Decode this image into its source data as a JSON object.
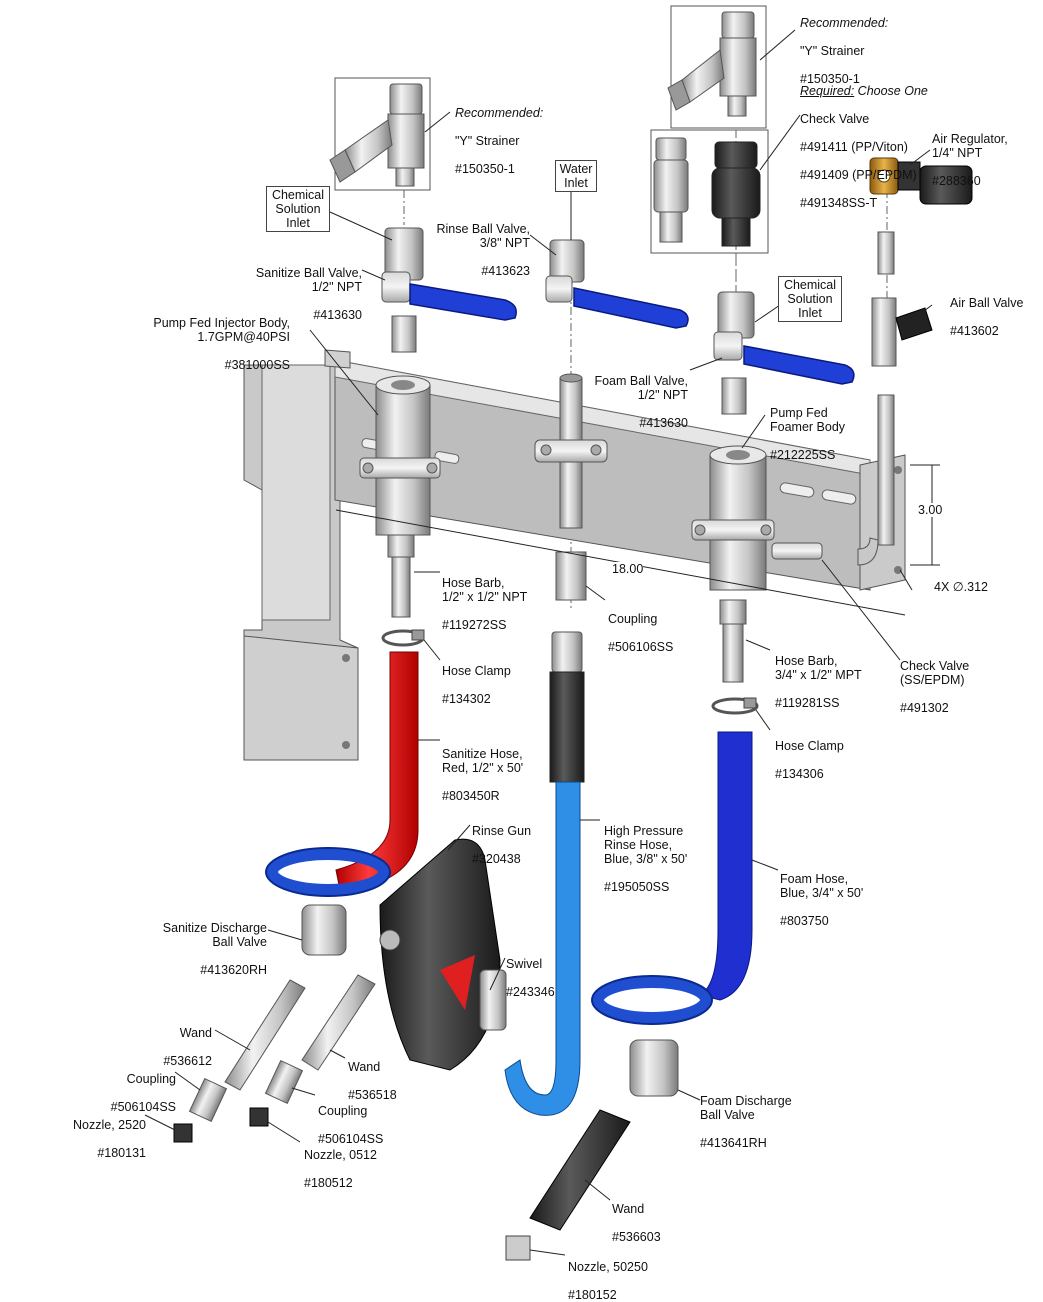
{
  "colors": {
    "sanitize_hose": "#e41a1a",
    "rinse_hose": "#2f8fe6",
    "foam_hose": "#1f2fd0",
    "handle_blue": "#1f3fd6",
    "steel": "#c8c8c8",
    "dark_part": "#333333"
  },
  "icons": [
    "y-strainer-icon",
    "ball-valve-icon",
    "check-valve-icon",
    "air-regulator-icon",
    "hose-clamp-icon",
    "rinse-gun-icon",
    "nozzle-icon"
  ],
  "labels": {
    "strainer_left": {
      "note": "Recommended:",
      "name": "\"Y\" Strainer",
      "part": "#150350-1"
    },
    "strainer_right": {
      "note": "Recommended:",
      "name": "\"Y\" Strainer",
      "part": "#150350-1"
    },
    "check_valve_choose": {
      "note": "Required:",
      "note_rest": " Choose One",
      "name": "Check Valve",
      "options": [
        "#491411 (PP/Viton)",
        "#491409 (PP/EPDM)",
        "#491348SS-T"
      ]
    },
    "air_regulator": {
      "name": "Air Regulator,\n1/4\" NPT",
      "part": "#288360"
    },
    "chemical_inlet_left": "Chemical\nSolution\nInlet",
    "chemical_inlet_right": "Chemical\nSolution\nInlet",
    "water_inlet": "Water\nInlet",
    "rinse_ball_valve": {
      "name": "Rinse Ball Valve,\n3/8\" NPT",
      "part": "#413623"
    },
    "sanitize_ball_valve": {
      "name": "Sanitize Ball Valve,\n1/2\" NPT",
      "part": "#413630"
    },
    "air_ball_valve": {
      "name": "Air Ball Valve",
      "part": "#413602"
    },
    "pump_fed_injector": {
      "name": "Pump Fed Injector Body,\n1.7GPM@40PSI",
      "part": "#381000SS"
    },
    "foam_ball_valve": {
      "name": "Foam Ball Valve,\n1/2\" NPT",
      "part": "#413630"
    },
    "pump_fed_foamer": {
      "name": "Pump Fed\nFoamer Body",
      "part": "#212225SS"
    },
    "dim_height": "3.00",
    "dim_width": "18.00",
    "dim_holes": "4X ∅.312",
    "hose_barb_left": {
      "name": "Hose Barb,\n1/2\" x 1/2\" NPT",
      "part": "#119272SS"
    },
    "coupling_center": {
      "name": "Coupling",
      "part": "#506106SS"
    },
    "hose_barb_right": {
      "name": "Hose Barb,\n3/4\" x 1/2\" MPT",
      "part": "#119281SS"
    },
    "check_valve_ss": {
      "name": "Check Valve\n(SS/EPDM)",
      "part": "#491302"
    },
    "hose_clamp_left": {
      "name": "Hose Clamp",
      "part": "#134302"
    },
    "hose_clamp_right": {
      "name": "Hose Clamp",
      "part": "#134306"
    },
    "sanitize_hose": {
      "name": "Sanitize Hose,\nRed, 1/2\" x 50'",
      "part": "#803450R"
    },
    "rinse_gun": {
      "name": "Rinse Gun",
      "part": "#320438"
    },
    "hp_rinse_hose": {
      "name": "High Pressure\nRinse Hose,\nBlue, 3/8\" x 50'",
      "part": "#195050SS"
    },
    "foam_hose": {
      "name": "Foam Hose,\nBlue, 3/4\" x 50'",
      "part": "#803750"
    },
    "sanitize_discharge": {
      "name": "Sanitize Discharge\nBall Valve",
      "part": "#413620RH"
    },
    "swivel": {
      "name": "Swivel",
      "part": "#243346"
    },
    "wand_left": {
      "name": "Wand",
      "part": "#536612"
    },
    "wand_mid": {
      "name": "Wand",
      "part": "#536518"
    },
    "coupling_left": {
      "name": "Coupling",
      "part": "#506104SS"
    },
    "coupling_mid": {
      "name": "Coupling",
      "part": "#506104SS"
    },
    "nozzle_left": {
      "name": "Nozzle, 2520",
      "part": "#180131"
    },
    "nozzle_mid": {
      "name": "Nozzle, 0512",
      "part": "#180512"
    },
    "foam_discharge": {
      "name": "Foam Discharge\nBall Valve",
      "part": "#413641RH"
    },
    "wand_bottom": {
      "name": "Wand",
      "part": "#536603"
    },
    "nozzle_bottom": {
      "name": "Nozzle, 50250",
      "part": "#180152"
    }
  }
}
